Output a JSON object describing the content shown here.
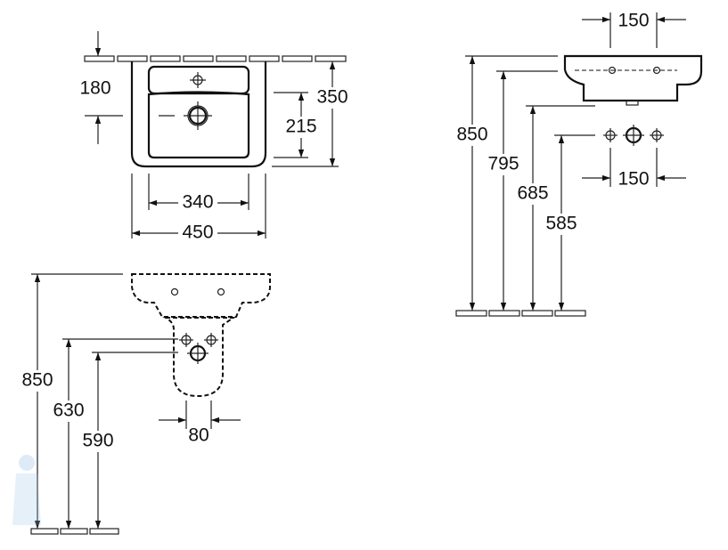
{
  "title": "Washbasin installation dimensions",
  "top_view": {
    "d180": "180",
    "d350": "350",
    "d215": "215",
    "d340": "340",
    "d450": "450"
  },
  "side_view": {
    "d150_top": "150",
    "d150_bottom": "150",
    "d850": "850",
    "d795": "795",
    "d685": "685",
    "d585": "585"
  },
  "front_view": {
    "d850": "850",
    "d630": "630",
    "d590": "590",
    "d80": "80"
  }
}
